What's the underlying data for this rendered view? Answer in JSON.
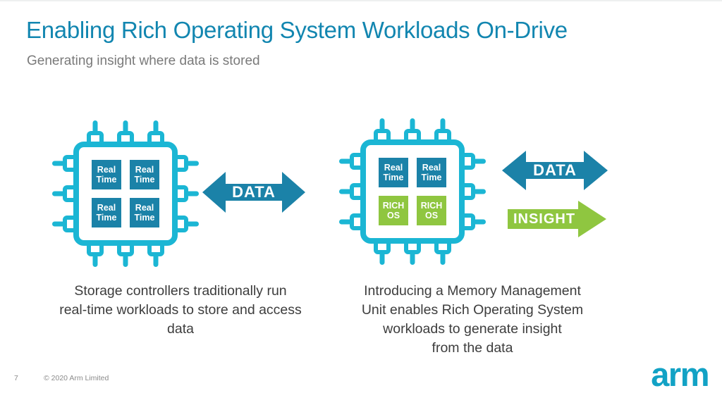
{
  "slide": {
    "title": "Enabling Rich Operating System Workloads On-Drive",
    "subtitle": "Generating insight where data is stored"
  },
  "diagram": {
    "left": {
      "chip_blocks": [
        "Real Time",
        "Real Time",
        "Real Time",
        "Real Time"
      ],
      "arrow_label": "DATA",
      "caption_lines": [
        "Storage controllers traditionally run",
        "real-time workloads to store and access",
        "data"
      ]
    },
    "right": {
      "chip_blocks": [
        "Real Time",
        "Real Time",
        "RICH OS",
        "RICH OS"
      ],
      "data_arrow_label": "DATA",
      "insight_arrow_label": "INSIGHT",
      "caption_lines": [
        "Introducing a Memory Management",
        "Unit enables Rich Operating System",
        "workloads to generate insight",
        "from the data"
      ]
    }
  },
  "footer": {
    "page_number": "7",
    "copyright": "© 2020 Arm Limited",
    "logo_text": "arm"
  },
  "icons": {
    "left_chip": "chip-icon",
    "right_chip": "chip-icon",
    "data_arrows": "double-arrow-icon",
    "insight_arrow": "right-arrow-icon"
  },
  "colors": {
    "chip_outline_cyan": "#1BB6D4",
    "realtime_core_teal": "#1B82A8",
    "rich_os_core_green": "#8FC640",
    "data_arrow_teal": "#1B82A8",
    "insight_arrow_green": "#8FC640",
    "title_blue": "#1286B0",
    "subtitle_gray": "#7A7A7A",
    "caption_gray": "#3D3D3D",
    "logo_teal": "#12A2C5"
  }
}
